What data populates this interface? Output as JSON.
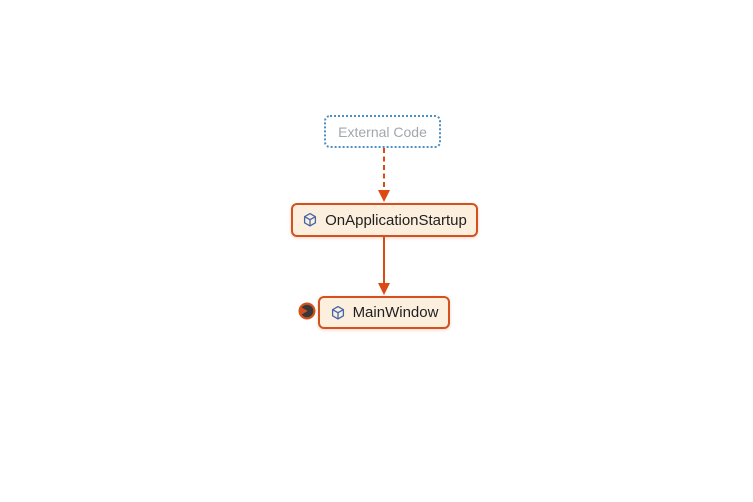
{
  "diagram": {
    "kind": "code-map-call-graph",
    "background_color": "#ffffff",
    "nodes": [
      {
        "id": "external",
        "label": "External Code",
        "type": "external-group",
        "border_style": "dotted"
      },
      {
        "id": "startup",
        "label": "OnApplicationStartup",
        "type": "method",
        "icon": "method-cube-icon"
      },
      {
        "id": "mainwindow",
        "label": "MainWindow",
        "type": "method",
        "icon": "method-cube-icon",
        "badge": "location-marker"
      }
    ],
    "edges": [
      {
        "from": "external",
        "to": "startup",
        "style": "dashed",
        "color": "#dc4a12"
      },
      {
        "from": "startup",
        "to": "mainwindow",
        "style": "solid",
        "color": "#dc4a12"
      }
    ],
    "colors": {
      "arrow_orange": "#dc4a12",
      "node_border_orange": "#d4511e",
      "node_fill_peach": "#fcefde",
      "external_border_blue": "#4d8fc4",
      "external_text_gray": "#a3a7ac",
      "node_text": "#1f1f1f",
      "icon_blue": "#4565a8",
      "badge_dark": "#38383b"
    }
  }
}
